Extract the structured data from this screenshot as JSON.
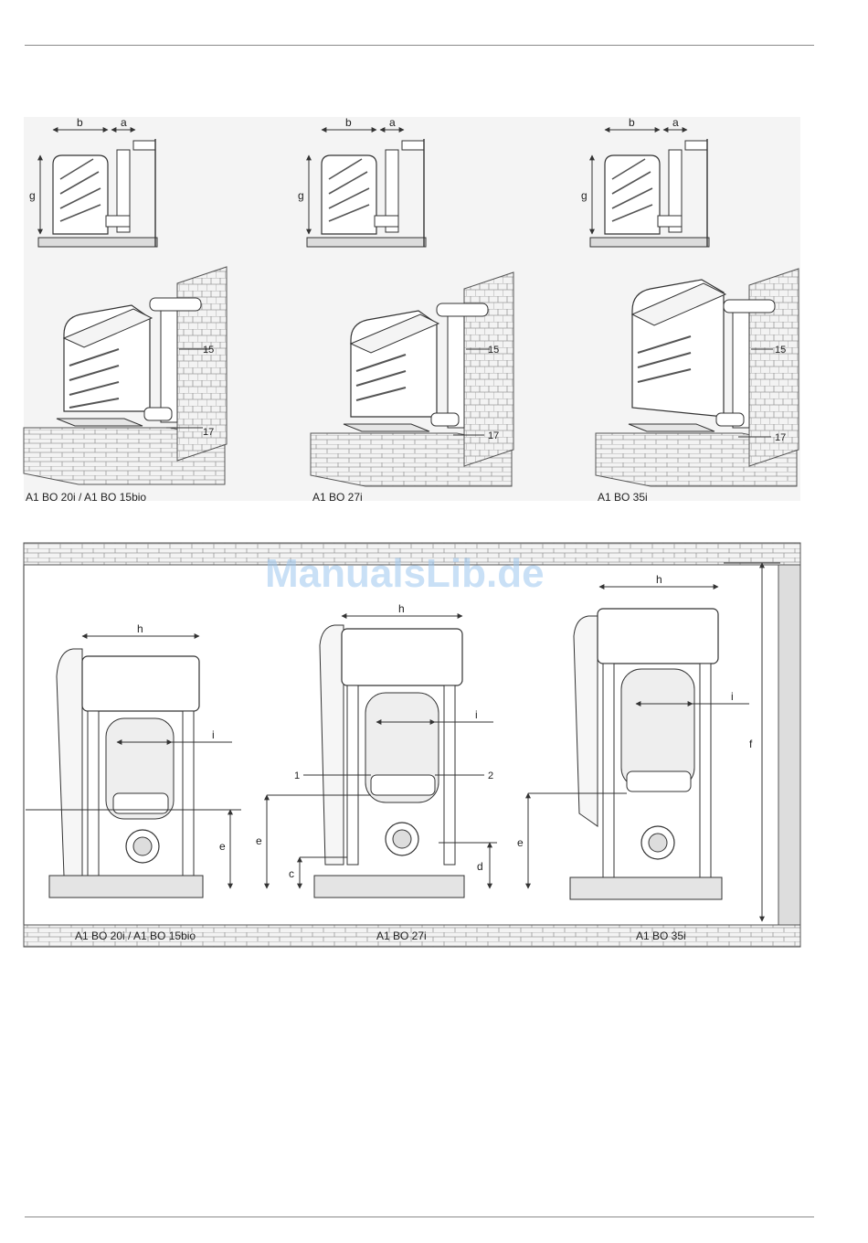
{
  "top_views": [
    {
      "caption": "A1 BO 20i / A1 BO 15bio",
      "dims": [
        "b",
        "a",
        "g"
      ],
      "callouts": [
        "15",
        "17"
      ]
    },
    {
      "caption": "A1 BO 27i",
      "dims": [
        "b",
        "a",
        "g"
      ],
      "callouts": [
        "15",
        "17"
      ]
    },
    {
      "caption": "A1 BO 35i",
      "dims": [
        "b",
        "a",
        "g"
      ],
      "callouts": [
        "15",
        "17"
      ]
    }
  ],
  "front_views": [
    {
      "caption": "A1 BO 20i / A1 BO 15bio",
      "dims": [
        "h",
        "i",
        "e"
      ]
    },
    {
      "caption": "A1 BO 27i",
      "dims": [
        "h",
        "i",
        "e",
        "c",
        "d"
      ],
      "callouts": [
        "1",
        "2"
      ]
    },
    {
      "caption": "A1 BO 35i",
      "dims": [
        "h",
        "i",
        "e",
        "f"
      ]
    }
  ],
  "watermark": "ManualsLib.de",
  "colors": {
    "line": "#333333",
    "wall": "#e8e8e8",
    "panel": "#f2f2f2",
    "shade": "#cfcfcf"
  }
}
